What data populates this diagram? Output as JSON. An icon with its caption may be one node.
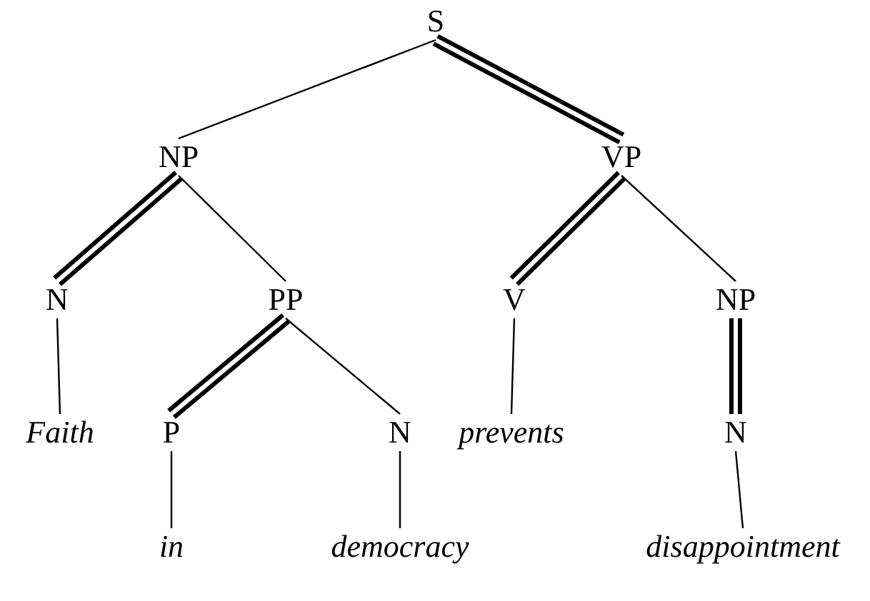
{
  "diagram": {
    "nodes": [
      {
        "text": [
          "S"
        ]
      },
      {
        "text": [
          "NP"
        ]
      },
      {
        "text": [
          "VP"
        ]
      },
      {
        "text": [
          "N"
        ]
      },
      {
        "text": [
          "PP"
        ]
      },
      {
        "text": [
          "V"
        ]
      },
      {
        "text": [
          "NP"
        ]
      },
      {
        "text": [
          "Faith"
        ]
      },
      {
        "text": [
          "P"
        ]
      },
      {
        "text": [
          "N"
        ]
      },
      {
        "text": [
          "prevents"
        ]
      },
      {
        "text": [
          "N"
        ]
      },
      {
        "text": [
          "in"
        ]
      },
      {
        "text": [
          "democracy"
        ]
      },
      {
        "text": [
          "disappointment"
        ]
      }
    ],
    "edges": [
      {
        "from": 0,
        "to": 1,
        "arrow": "none"
      },
      {
        "from": 0,
        "to": 2,
        "arrow": "none",
        "style": "thick"
      },
      {
        "from": 1,
        "to": 3,
        "arrow": "none",
        "style": "thick"
      },
      {
        "from": 1,
        "to": 4,
        "arrow": "none"
      },
      {
        "from": 2,
        "to": 5,
        "arrow": "none",
        "style": "thick"
      },
      {
        "from": 2,
        "to": 6,
        "arrow": "none"
      },
      {
        "from": 3,
        "to": 7,
        "arrow": "none"
      },
      {
        "from": 4,
        "to": 8,
        "arrow": "none",
        "style": "thick"
      },
      {
        "from": 4,
        "to": 9,
        "arrow": "none"
      },
      {
        "from": 5,
        "to": 10,
        "arrow": "none"
      },
      {
        "from": 6,
        "to": 11,
        "arrow": "none",
        "style": "thick"
      },
      {
        "from": 8,
        "to": 12,
        "arrow": "none"
      },
      {
        "from": 9,
        "to": 13,
        "arrow": "none"
      },
      {
        "from": 11,
        "to": 14,
        "arrow": "none"
      }
    ]
  }
}
